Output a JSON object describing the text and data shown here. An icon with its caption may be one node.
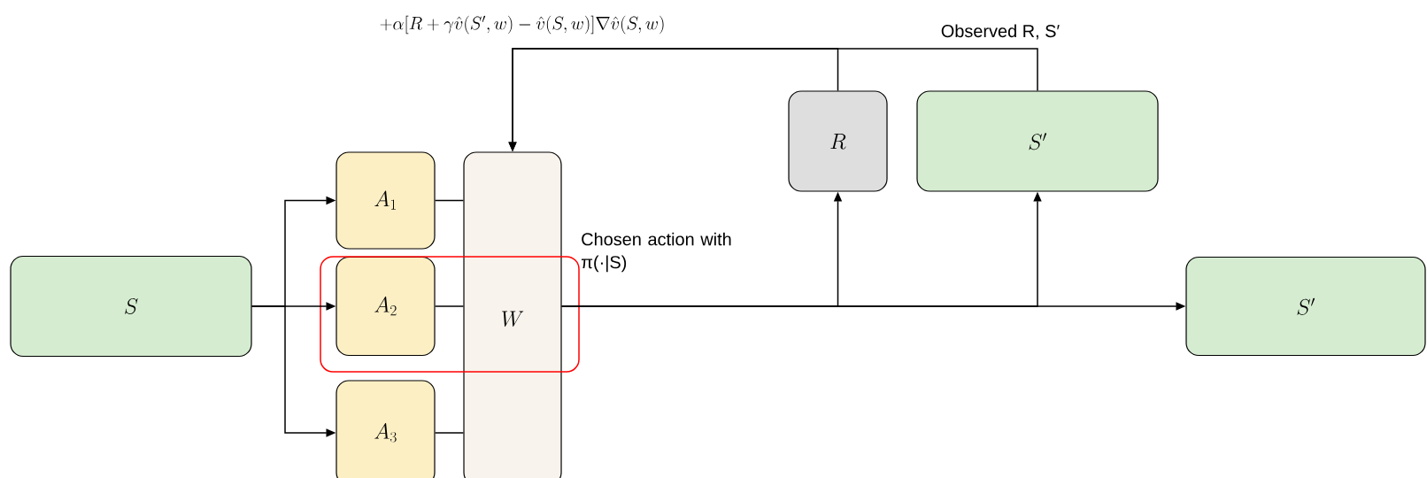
{
  "diagram": {
    "nodes": [
      {
        "text": [
          "S"
        ]
      },
      {
        "text": [
          "A_1"
        ]
      },
      {
        "text": [
          "A_2"
        ]
      },
      {
        "text": [
          "A_3"
        ]
      },
      {
        "text": [
          "W"
        ]
      },
      {
        "text": [
          "R"
        ]
      },
      {
        "text": [
          "S'"
        ]
      },
      {
        "text": [
          "S'"
        ]
      }
    ],
    "edges": [
      {
        "from": 0,
        "to": 1,
        "arrow": "to"
      },
      {
        "from": 0,
        "to": 2,
        "arrow": "to"
      },
      {
        "from": 0,
        "to": 3,
        "arrow": "to"
      },
      {
        "from": 1,
        "to": 4,
        "arrow": "none"
      },
      {
        "from": 2,
        "to": 4,
        "arrow": "none"
      },
      {
        "from": 3,
        "to": 4,
        "arrow": "none"
      },
      {
        "from": 4,
        "to": 7,
        "arrow": "to",
        "label": "Chosen action with π(·|S)"
      },
      {
        "from": 4,
        "to": 5,
        "arrow": "to"
      },
      {
        "from": 4,
        "to": 6,
        "arrow": "to"
      },
      {
        "from": 5,
        "to": 4,
        "arrow": "to",
        "label": "+\\alpha[R+\\gamma\\hat{v}(S',w)-\\hat{v}(S,w)]\\nabla\\hat{v}(S,w)"
      },
      {
        "from": 6,
        "to": 4,
        "arrow": "to",
        "label": "Observed R, S′"
      }
    ]
  }
}
